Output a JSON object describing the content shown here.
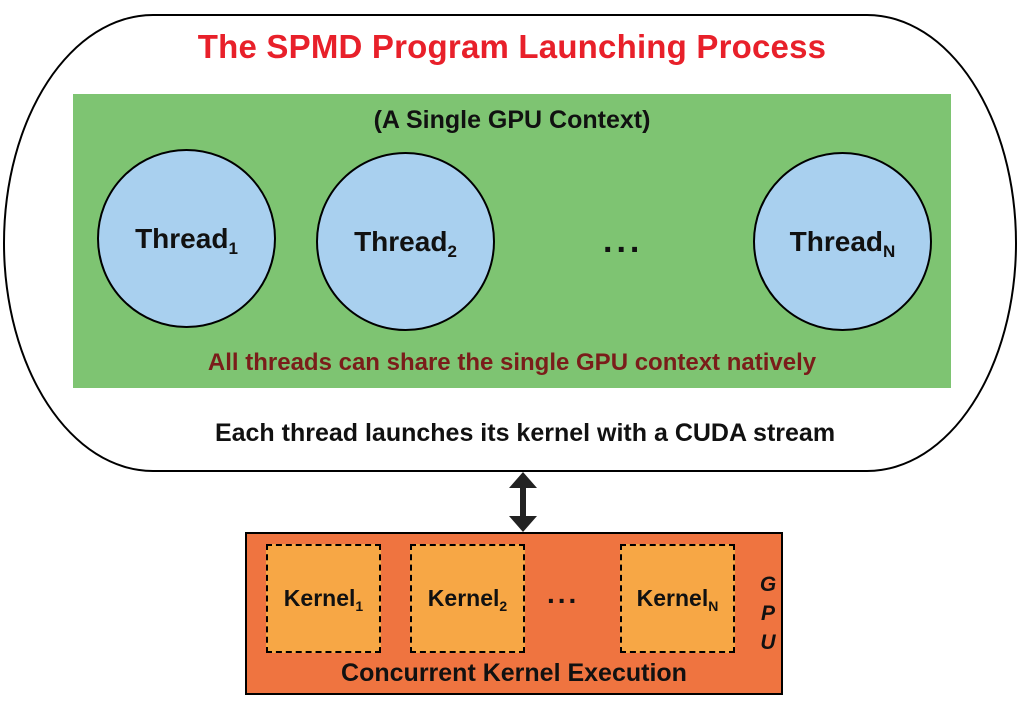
{
  "title": "The SPMD Program Launching Process",
  "context": {
    "label": "(A Single GPU Context)",
    "threads": [
      {
        "name": "Thread",
        "sub": "1"
      },
      {
        "name": "Thread",
        "sub": "2"
      },
      {
        "name": "Thread",
        "sub": "N"
      }
    ],
    "ellipsis": "...",
    "note": "All threads can share the single GPU context natively"
  },
  "stream_note": "Each thread launches its kernel with a CUDA stream",
  "gpu": {
    "kernels": [
      {
        "name": "Kernel",
        "sub": "1"
      },
      {
        "name": "Kernel",
        "sub": "2"
      },
      {
        "name": "Kernel",
        "sub": "N"
      }
    ],
    "ellipsis": "...",
    "label_letters": [
      "G",
      "P",
      "U"
    ],
    "caption": "Concurrent Kernel Execution"
  },
  "colors": {
    "title": "#e8202a",
    "context_bg": "#7ec472",
    "thread_fill": "#a9d0ef",
    "note": "#7a1d1a",
    "gpu_bg": "#ef7440",
    "kernel_fill": "#f7a745"
  }
}
